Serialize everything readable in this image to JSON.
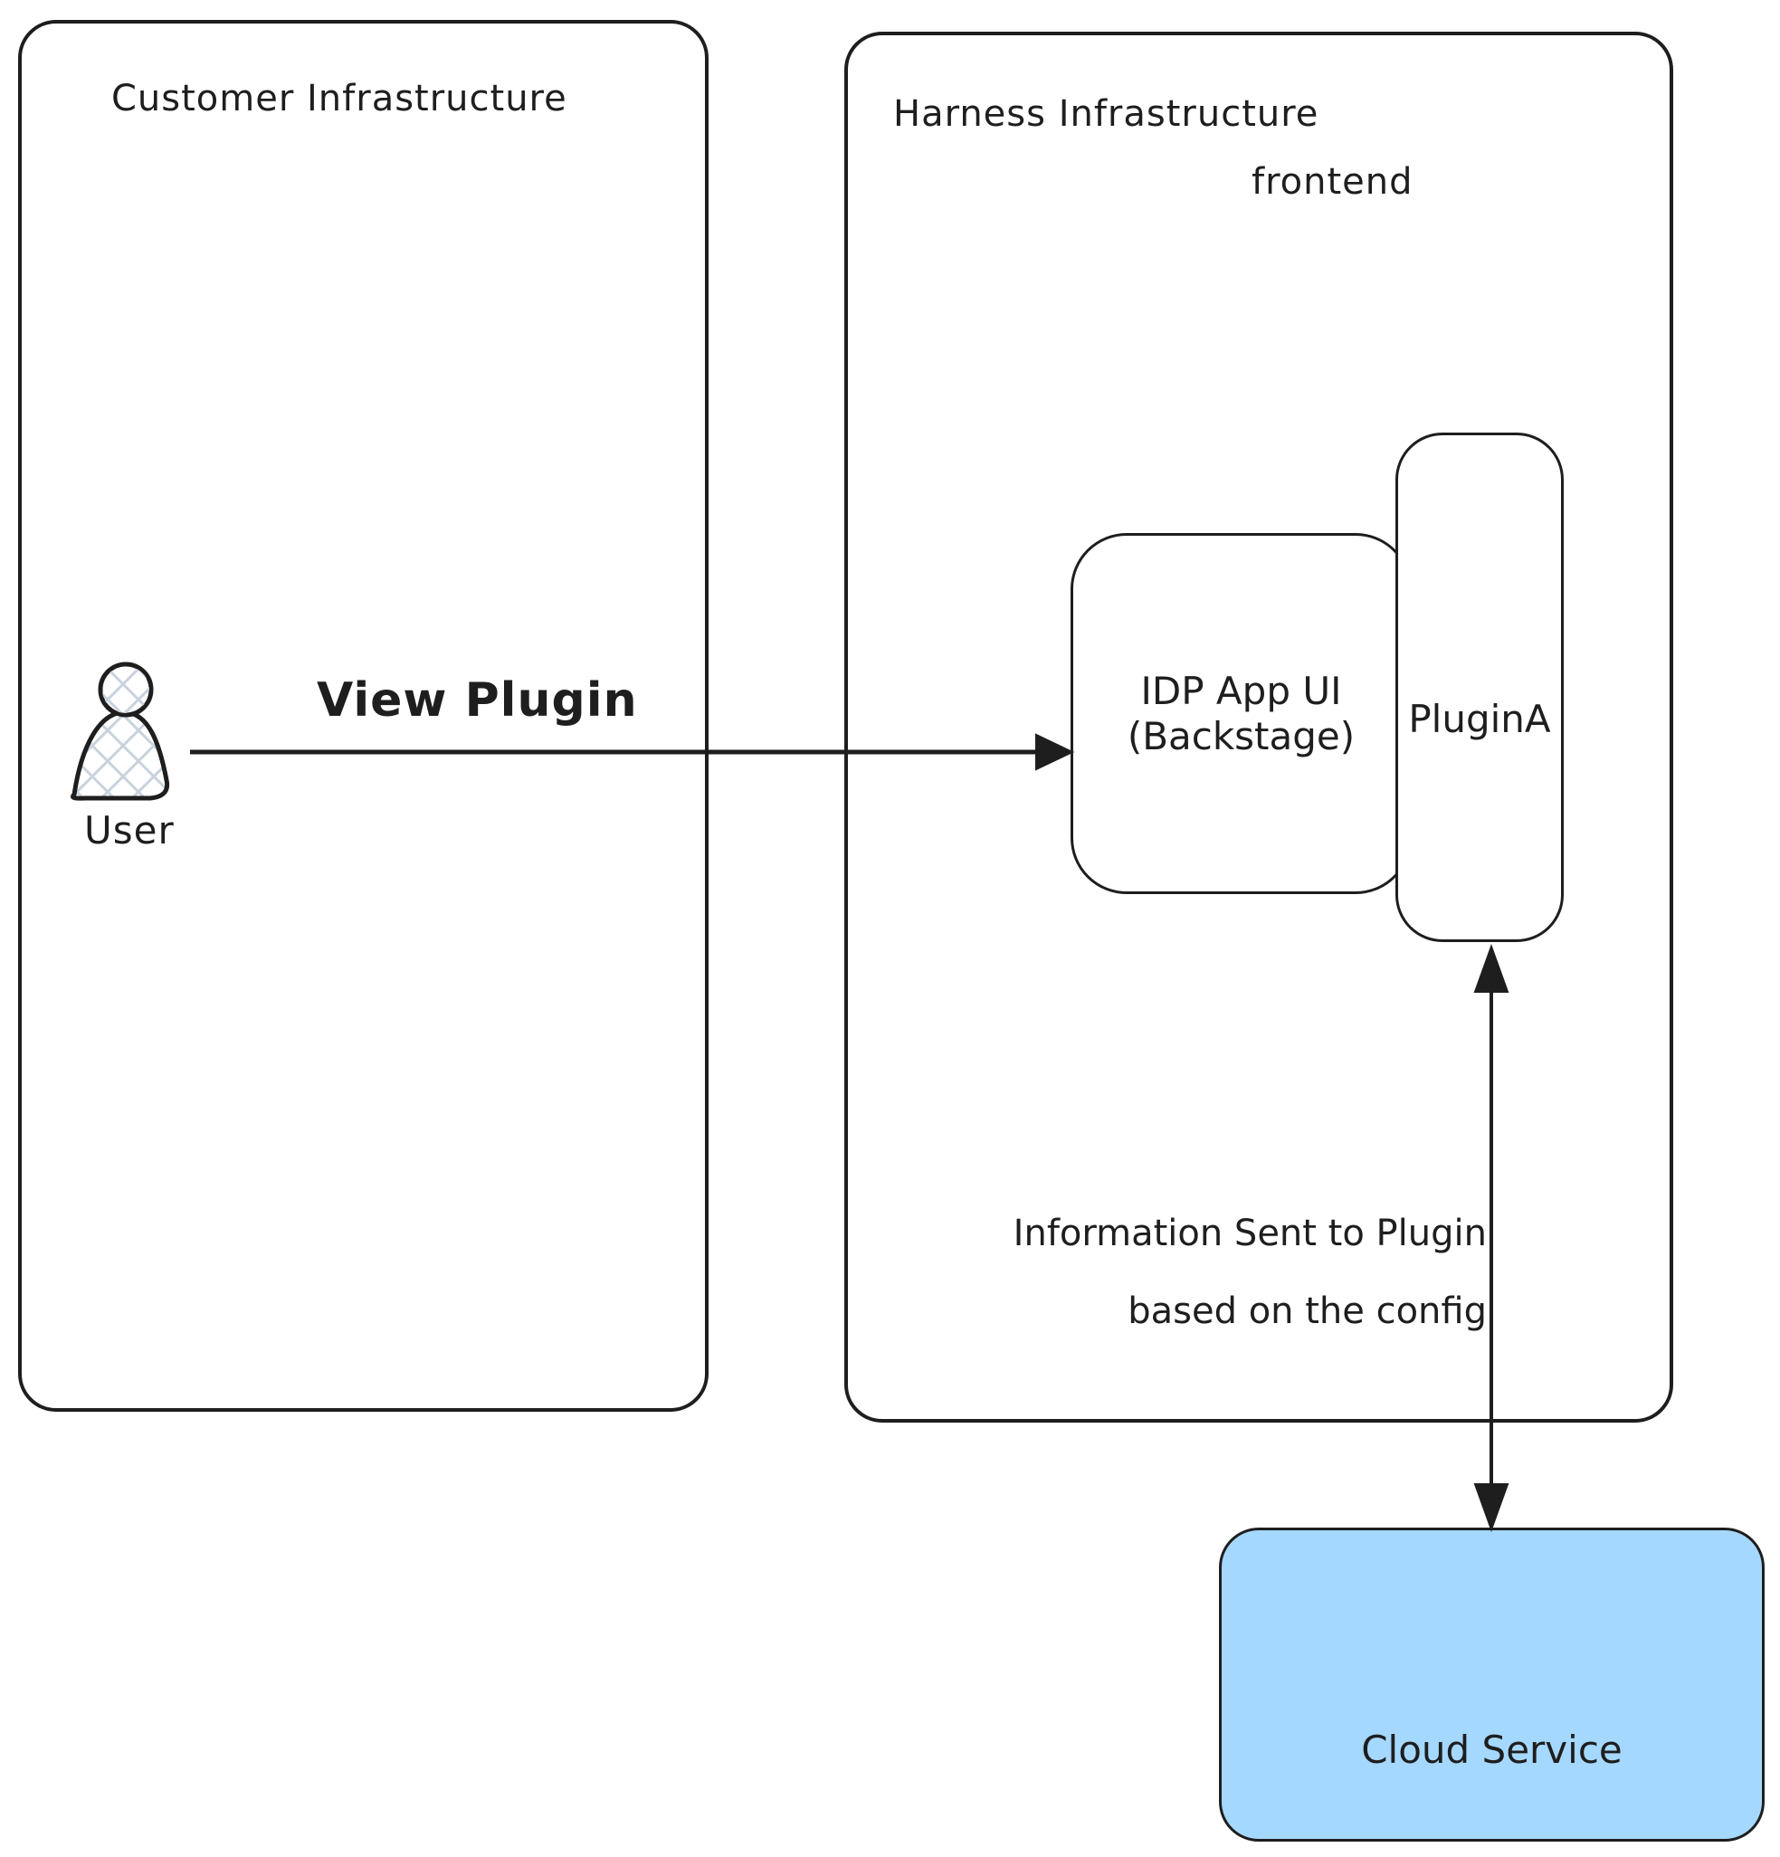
{
  "diagram": {
    "customer_box": {
      "title": "Customer Infrastructure"
    },
    "harness_box": {
      "title": "Harness Infrastructure",
      "sublabel": "frontend"
    },
    "user": {
      "label": "User"
    },
    "idp_box": {
      "label_line1": "IDP App UI",
      "label_line2": "(Backstage)"
    },
    "plugin_box": {
      "label": "PluginA"
    },
    "cloud_box": {
      "label": "Cloud Service"
    },
    "arrows": {
      "view_plugin": {
        "label": "View Plugin"
      },
      "info": {
        "label_line1": "Information Sent to Plugin",
        "label_line2": "based on the config"
      }
    },
    "colors": {
      "stroke": "#1e1e1e",
      "cloud_fill": "#a5d8ff",
      "hatch": "#c9d3de"
    }
  }
}
